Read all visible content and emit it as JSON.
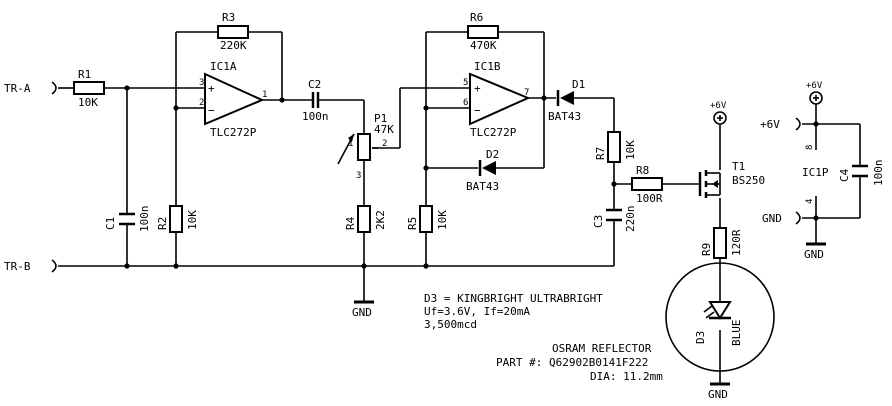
{
  "diagram": {
    "terminals": {
      "tr_a": "TR-A",
      "tr_b": "TR-B"
    },
    "components": {
      "r1": {
        "ref": "R1",
        "value": "10K"
      },
      "r2": {
        "ref": "R2",
        "value": "10K"
      },
      "r3": {
        "ref": "R3",
        "value": "220K"
      },
      "r4": {
        "ref": "R4",
        "value": "2K2"
      },
      "r5": {
        "ref": "R5",
        "value": "10K"
      },
      "r6": {
        "ref": "R6",
        "value": "470K"
      },
      "r7": {
        "ref": "R7",
        "value": "10K"
      },
      "r8": {
        "ref": "R8",
        "value": "100R"
      },
      "r9": {
        "ref": "R9",
        "value": "120R"
      },
      "c1": {
        "ref": "C1",
        "value": "100n"
      },
      "c2": {
        "ref": "C2",
        "value": "100n"
      },
      "c3": {
        "ref": "C3",
        "value": "220n"
      },
      "c4": {
        "ref": "C4",
        "value": "100n"
      },
      "p1": {
        "ref": "P1",
        "value": "47K"
      },
      "ic1a": {
        "ref": "IC1A",
        "value": "TLC272P"
      },
      "ic1b": {
        "ref": "IC1B",
        "value": "TLC272P"
      },
      "ic1p": {
        "ref": "IC1P"
      },
      "d1": {
        "ref": "D1",
        "value": "BAT43"
      },
      "d2": {
        "ref": "D2",
        "value": "BAT43"
      },
      "d3": {
        "ref": "D3",
        "value": "BLUE"
      },
      "t1": {
        "ref": "T1",
        "value": "BS250"
      }
    },
    "pins": {
      "ic1a_in_plus": "3",
      "ic1a_in_minus": "2",
      "ic1a_out": "1",
      "ic1b_in_plus": "5",
      "ic1b_in_minus": "6",
      "ic1b_out": "7",
      "p1_a": "1",
      "p1_w": "2",
      "p1_b": "3",
      "ic1p_vcc": "8",
      "ic1p_gnd": "4"
    },
    "power": {
      "plus6v": "+6V",
      "gnd": "GND",
      "plus6v_label": "+6V",
      "gnd_label": "GND"
    },
    "notes": {
      "d3_line1": "D3 = KINGBRIGHT ULTRABRIGHT",
      "d3_line2": "Uf=3.6V, If=20mA",
      "d3_line3": "3,500mcd",
      "osram_line1": "OSRAM REFLECTOR",
      "osram_line2": "PART #:  Q62902B0141F222",
      "osram_line3": "DIA: 11.2mm"
    },
    "opamp_symbols": {
      "plus": "+",
      "minus": "−"
    }
  }
}
